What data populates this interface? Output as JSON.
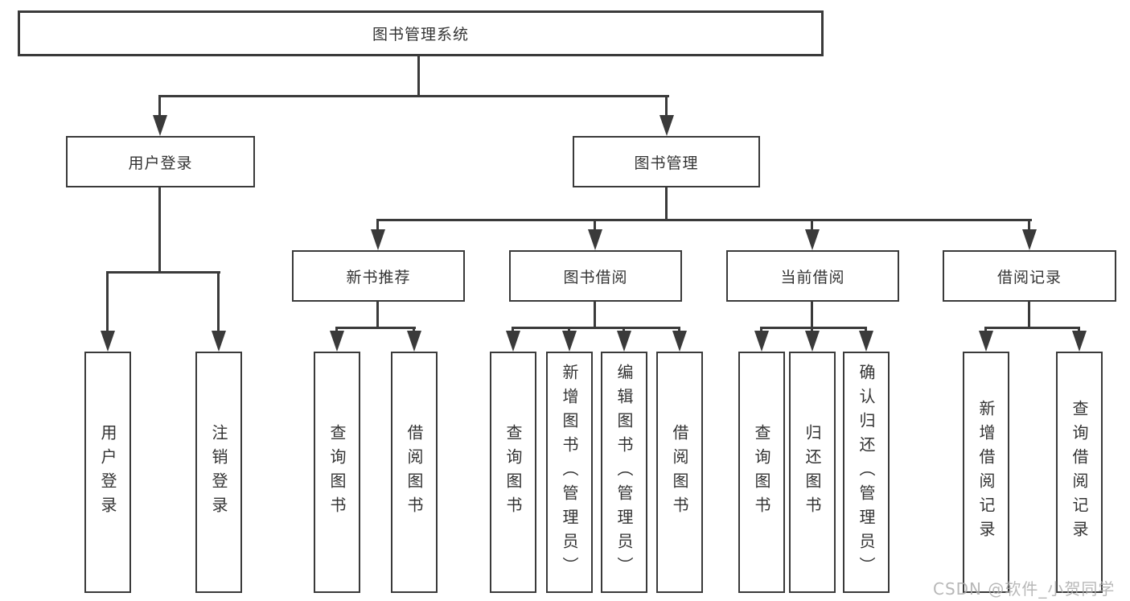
{
  "diagram": {
    "root": {
      "label": "图书管理系统"
    },
    "branches": [
      {
        "label": "用户登录",
        "children": [
          "用户登录",
          "注销登录"
        ]
      },
      {
        "label": "图书管理",
        "sections": [
          {
            "label": "新书推荐",
            "children": [
              "查询图书",
              "借阅图书"
            ]
          },
          {
            "label": "图书借阅",
            "children": [
              "查询图书",
              "新增图书（管理员）",
              "编辑图书（管理员）",
              "借阅图书"
            ]
          },
          {
            "label": "当前借阅",
            "children": [
              "查询图书",
              "归还图书",
              "确认归还（管理员）"
            ]
          },
          {
            "label": "借阅记录",
            "children": [
              "新增借阅记录",
              "查询借阅记录"
            ]
          }
        ]
      }
    ]
  },
  "watermark": {
    "text": "CSDN @软件_小贺同学",
    "color": "#acacac"
  },
  "colors": {
    "line": "#3a3a3a",
    "box_border": "#3a3a3a",
    "text": "#333333",
    "background": "#ffffff"
  }
}
